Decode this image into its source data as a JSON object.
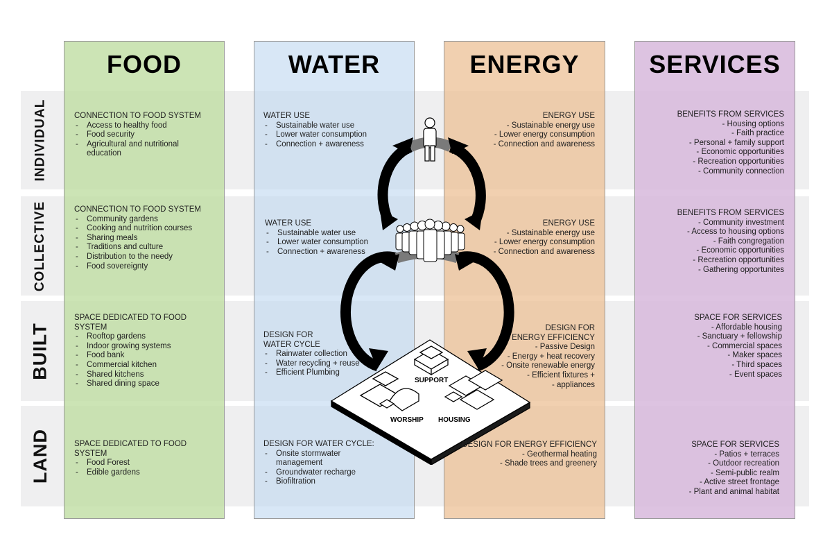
{
  "columns": {
    "food": "FOOD",
    "water": "WATER",
    "energy": "ENERGY",
    "services": "SERVICES"
  },
  "rows": {
    "individual": "INDIVIDUAL",
    "collective": "COLLECTIVE",
    "built": "BUILT",
    "land": "LAND"
  },
  "colors": {
    "food": "#cde3b7",
    "water": "#d2e2f0",
    "energy": "#f0cda9",
    "services": "#dfc7e0",
    "band": "#efeff0"
  },
  "cells": {
    "food_individual": {
      "title": "CONNECTION TO FOOD SYSTEM",
      "items": [
        "Access to healthy food",
        "Food security",
        "Agricultural and nutritional education"
      ]
    },
    "food_collective": {
      "title": "CONNECTION TO FOOD SYSTEM",
      "items": [
        "Community gardens",
        "Cooking and nutrition courses",
        "Sharing meals",
        "Traditions and culture",
        "Distribution to the needy",
        "Food sovereignty"
      ]
    },
    "food_built": {
      "title": "SPACE DEDICATED TO FOOD SYSTEM",
      "items": [
        "Rooftop gardens",
        "Indoor growing systems",
        "Food bank",
        "Commercial kitchen",
        "Shared kitchens",
        "Shared dining space"
      ]
    },
    "food_land": {
      "title": "SPACE DEDICATED TO FOOD SYSTEM",
      "items": [
        "Food Forest",
        "Edible gardens"
      ]
    },
    "water_individual": {
      "title": "WATER USE",
      "items": [
        "Sustainable water use",
        "Lower water consumption",
        "Connection + awareness"
      ]
    },
    "water_collective": {
      "title": "WATER USE",
      "items": [
        "Sustainable water use",
        "Lower water consumption",
        "Connection + awareness"
      ]
    },
    "water_built": {
      "title": "DESIGN FOR",
      "title2": "WATER CYCLE",
      "items": [
        "Rainwater collection",
        "Water recycling + reuse",
        "Efficient Plumbing"
      ]
    },
    "water_land": {
      "title": "DESIGN FOR WATER CYCLE:",
      "items": [
        "Onsite stormwater management",
        "Groundwater recharge",
        "Biofiltration"
      ]
    },
    "energy_individual": {
      "title": "ENERGY USE",
      "items": [
        "Sustainable energy use",
        "Lower energy consumption",
        "Connection and awareness"
      ]
    },
    "energy_collective": {
      "title": "ENERGY USE",
      "items": [
        "Sustainable energy use",
        "Lower energy consumption",
        "Connection and awareness"
      ]
    },
    "energy_built": {
      "title": "DESIGN FOR",
      "title2": "ENERGY EFFICIENCY",
      "items": [
        "Passive Design",
        "Energy + heat recovery",
        "Onsite renewable energy",
        "Efficient fixtures +",
        "appliances"
      ]
    },
    "energy_land": {
      "title": "DESIGN FOR ENERGY EFFICIENCY",
      "items": [
        "Geothermal heating",
        "Shade trees and greenery"
      ]
    },
    "services_individual": {
      "title": "BENEFITS FROM SERVICES",
      "items": [
        "Housing options",
        "Faith practice",
        "Personal + family support",
        "Economic opportunities",
        "Recreation opportunities",
        "Community connection"
      ]
    },
    "services_collective": {
      "title": "BENEFITS FROM SERVICES",
      "items": [
        "Community investment",
        "Access to housing options",
        "Faith congregation",
        "Economic opportunities",
        "Recreation opportunities",
        "Gathering opportunites"
      ]
    },
    "services_built": {
      "title": "SPACE FOR SERVICES",
      "items": [
        "Affordable housing",
        "Sanctuary + fellowship",
        "Commercial spaces",
        "Maker spaces",
        "Third spaces",
        "Event spaces"
      ]
    },
    "services_land": {
      "title": "SPACE FOR SERVICES",
      "items": [
        "Patios + terraces",
        "Outdoor recreation",
        "Semi-public realm",
        "Active street frontage",
        "Plant and animal habitat"
      ]
    }
  },
  "diagram": {
    "person_icon": "person-icon",
    "group_icon": "group-icon",
    "arrows_icon": "cycle-arrows-icon",
    "support_label": "SUPPORT",
    "worship_label": "WORSHIP",
    "housing_label": "HOUSING"
  }
}
